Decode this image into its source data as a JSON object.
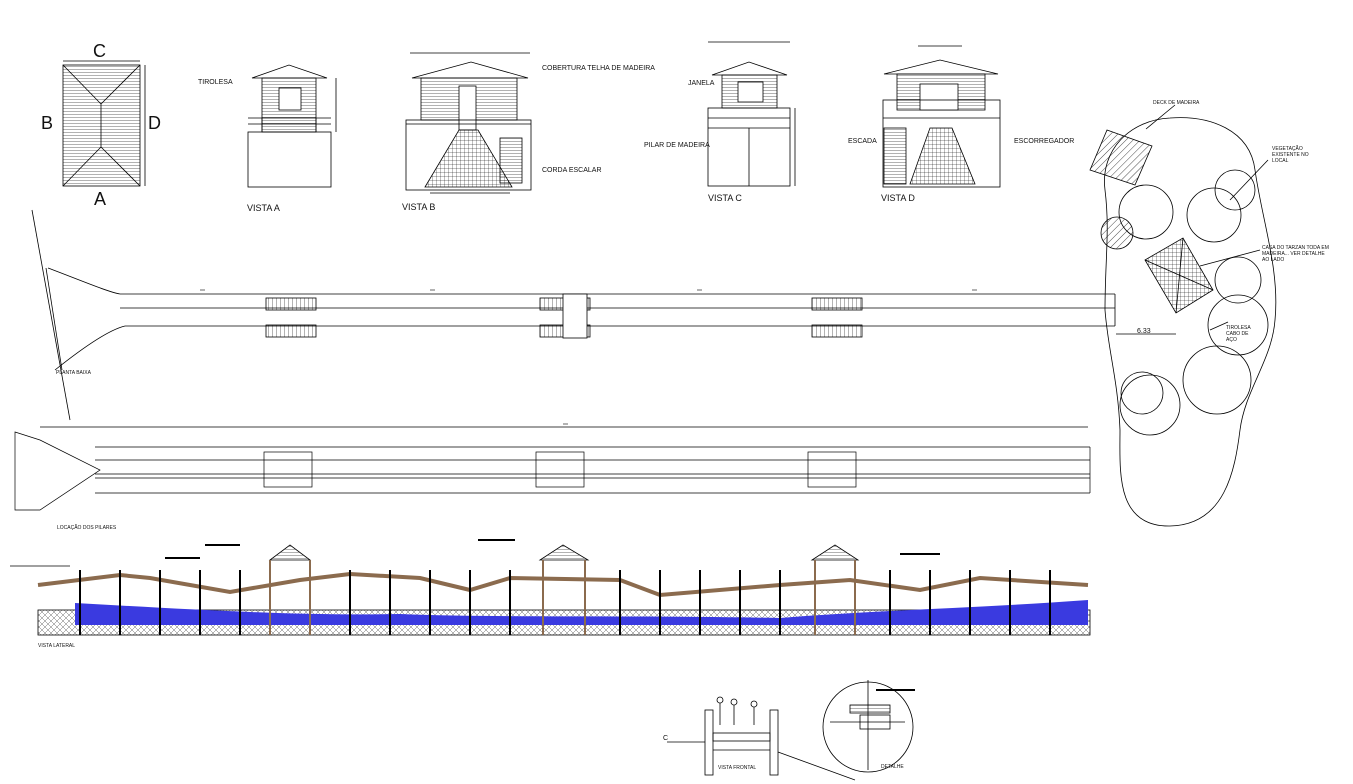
{
  "plan_letters": {
    "c": "C",
    "b": "B",
    "d": "D",
    "a": "A"
  },
  "views": {
    "a": {
      "title": "VISTA A",
      "tirolesa": "TIROLESA"
    },
    "b": {
      "title": "VISTA B",
      "cobertura": "COBERTURA TELHA DE MADEIRA",
      "corda": "CORDA ESCALAR"
    },
    "c": {
      "title": "VISTA C",
      "janela": "JANELA",
      "pilar": "PILAR DE MADEIRA"
    },
    "d": {
      "title": "VISTA D",
      "escada": "ESCADA",
      "escorregador": "ESCORREGADOR"
    }
  },
  "site": {
    "deck": "DECK DE MADEIRA",
    "vegetacao": "VEGETAÇÃO EXISTENTE NO LOCAL",
    "casa": "CASA DO TARZAN TODA EM MADEIRA... VER DETALHE AO LADO",
    "tirolesa": "TIROLESA CABO DE AÇO",
    "dim": "6.33"
  },
  "sections": {
    "planta": "PLANTA BAIXA",
    "locacao": "LOCAÇÃO DOS PILARES",
    "lateral": "VISTA LATERAL",
    "frontal": "VISTA FRONTAL",
    "detalhe": "DETALHE"
  },
  "markers": {
    "c": "C"
  },
  "colors": {
    "line": "#000000",
    "water": "#2a2ad8",
    "wood": "#8b6b4e",
    "ground": "#d0d0d0"
  }
}
